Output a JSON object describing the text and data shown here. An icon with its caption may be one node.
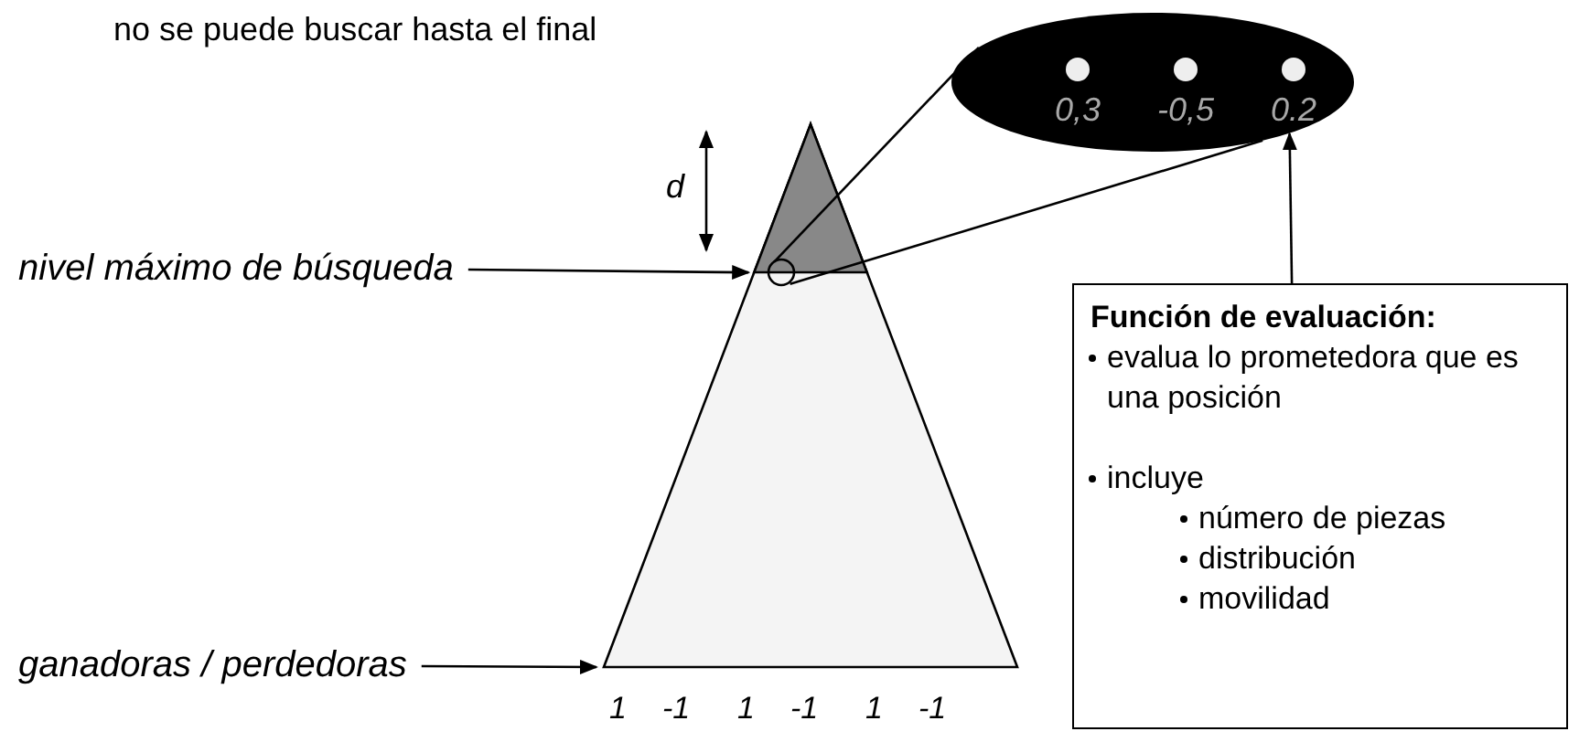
{
  "diagram": {
    "nodes": [
      {
        "text": [
          "0,3",
          "-0,5",
          "0.2"
        ]
      },
      {
        "text": [],
        "shape": "triangle"
      },
      {
        "text": [],
        "shape": "circle",
        "in": 1
      },
      {
        "text": [
          "nivel máximo de búsqueda"
        ]
      },
      {
        "text": [
          "Función de evaluación:",
          "evalua lo prometedora que es una posición",
          "incluye",
          "número de piezas",
          "distribución",
          "movilidad"
        ]
      },
      {
        "text": [
          "ganadoras / perdedoras"
        ]
      }
    ],
    "edges": [
      {
        "from": 2,
        "to": 0,
        "arrow": "none"
      },
      {
        "from": 2,
        "to": 0,
        "arrow": "none"
      },
      {
        "from": 3,
        "to": 1,
        "arrow": "to"
      },
      {
        "from": 4,
        "to": 0,
        "arrow": "to"
      },
      {
        "from": 5,
        "to": 1,
        "arrow": "to"
      }
    ],
    "labels": [
      "no se puede buscar hasta el final",
      "d",
      "1",
      "-1",
      "1",
      "-1",
      "1",
      "-1"
    ]
  }
}
